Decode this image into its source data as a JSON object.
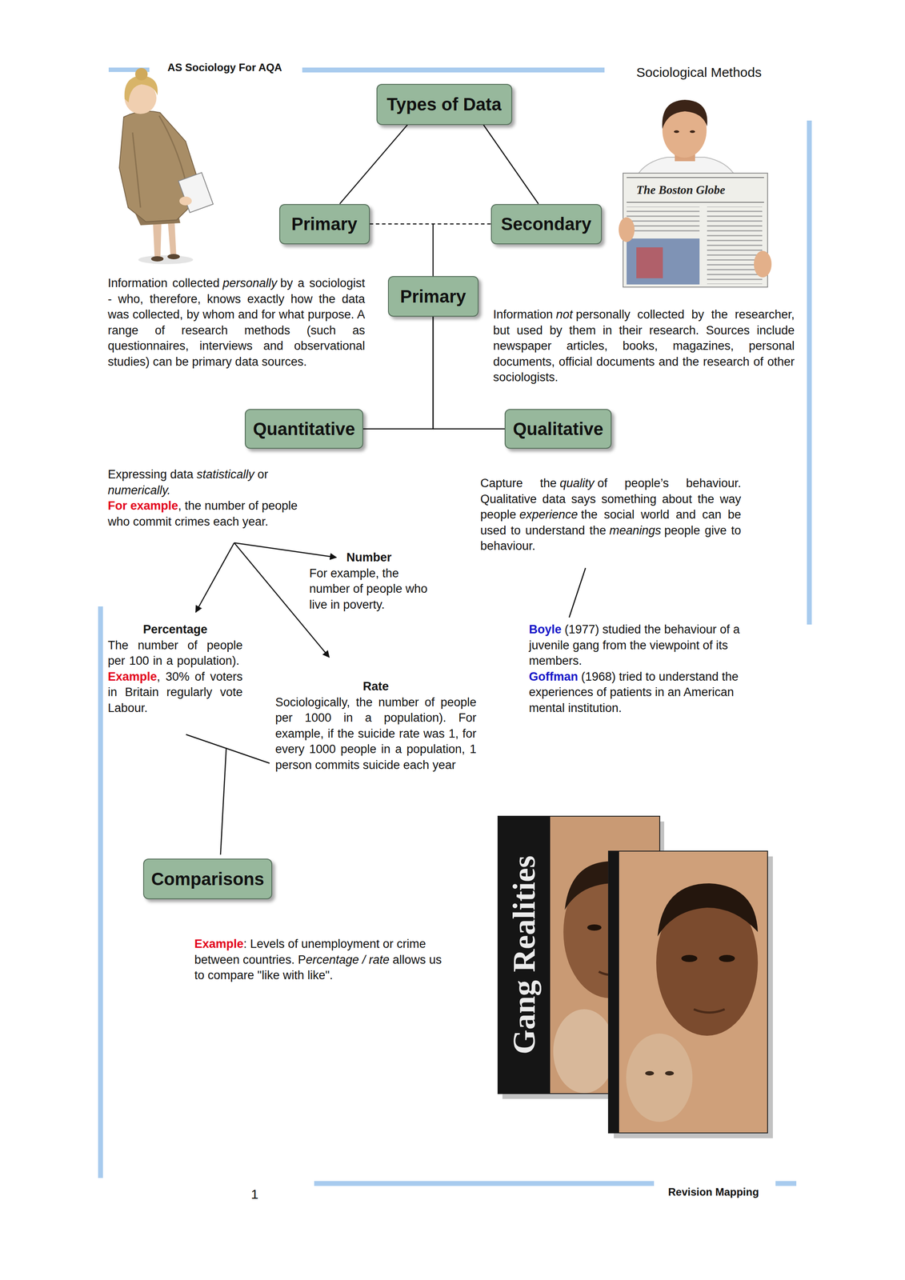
{
  "diagram": {
    "nodes": [
      {
        "text": [
          "Types of Data"
        ]
      },
      {
        "text": [
          "Primary"
        ]
      },
      {
        "text": [
          "Secondary"
        ]
      },
      {
        "text": [
          "Primary"
        ]
      },
      {
        "text": [
          "Quantitative"
        ]
      },
      {
        "text": [
          "Qualitative"
        ]
      },
      {
        "text": [
          "Comparisons"
        ]
      }
    ],
    "edges": [
      {
        "from": 0,
        "to": 1,
        "arrow": "none"
      },
      {
        "from": 0,
        "to": 2,
        "arrow": "none"
      },
      {
        "from": 1,
        "to": 2,
        "arrow": "none"
      },
      {
        "from": 3,
        "to": 4,
        "arrow": "none"
      },
      {
        "from": 3,
        "to": 5,
        "arrow": "none"
      }
    ],
    "labels": [
      "AS Sociology For AQA",
      "Sociological Methods",
      "The Boston Globe",
      "Information collected",
      "personally",
      "by a sociologist - who, therefore, knows exactly how the data was collected, by whom and for what purpose. A range of research methods (such as questionnaires, interviews and observational studies) can be primary data sources.",
      "Information",
      "not",
      "personally collected by the researcher, but used by them in their research. Sources include newspaper articles, books, magazines, personal documents, official documents and the research of other sociologists.",
      "Expressing data",
      "statistically",
      "or",
      "numerically.",
      "For example",
      ", the number of people who commit crimes each year.",
      "Capture the",
      "quality",
      "of people’s behaviour. Qualitative data says something about the way people",
      "experience",
      "the social world and can be used to understand the",
      "meanings",
      "people give to behaviour.",
      "Number",
      "For example, the number of people who live in poverty.",
      "Percentage",
      "The number of people per 100 in a population).",
      "Example",
      ", 30% of voters in Britain regularly vote Labour.",
      "Rate",
      "Sociologically, the number of people per 1000 in a population). For example, if the suicide rate was 1, for every 1000 people in a population, 1 person commits suicide each year",
      "Boyle",
      "(1977) studied the behaviour of a juvenile gang from the viewpoint of its members.",
      "Goffman",
      "(1968) tried to understand the experiences of patients in an American mental institution.",
      "Example",
      ": Levels of unemployment or crime between countries. P",
      "ercentage / rate",
      "allows us to compare \"like with like\".",
      "Gang Realities",
      "1",
      "Revision Mapping"
    ]
  }
}
